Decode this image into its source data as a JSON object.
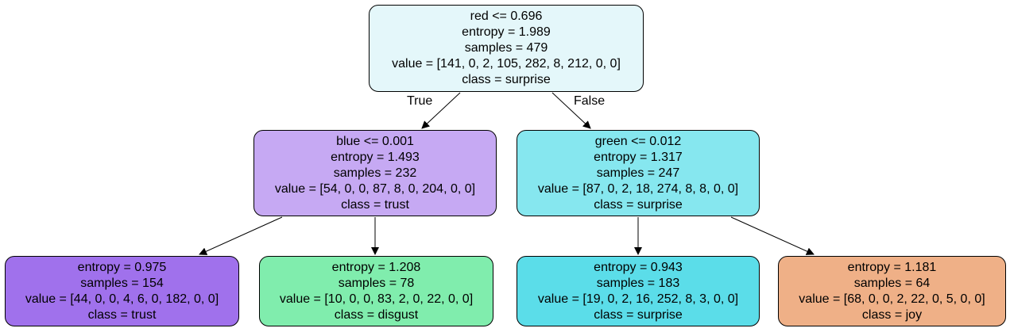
{
  "nodes": {
    "root": {
      "split": "red <= 0.696",
      "entropy": "entropy = 1.989",
      "samples": "samples = 479",
      "value": "value = [141, 0, 2, 105, 282, 8, 212, 0, 0]",
      "class": "class = surprise",
      "color": "#e4f7fa"
    },
    "left": {
      "split": "blue <= 0.001",
      "entropy": "entropy = 1.493",
      "samples": "samples = 232",
      "value": "value = [54, 0, 0, 87, 8, 0, 204, 0, 0]",
      "class": "class = trust",
      "color": "#c6a9f3"
    },
    "right": {
      "split": "green <= 0.012",
      "entropy": "entropy = 1.317",
      "samples": "samples = 247",
      "value": "value = [87, 0, 2, 18, 274, 8, 8, 0, 0]",
      "class": "class = surprise",
      "color": "#86e7ef"
    },
    "left_left": {
      "entropy": "entropy = 0.975",
      "samples": "samples = 154",
      "value": "value = [44, 0, 0, 4, 6, 0, 182, 0, 0]",
      "class": "class = trust",
      "color": "#a071ec"
    },
    "left_right": {
      "entropy": "entropy = 1.208",
      "samples": "samples = 78",
      "value": "value = [10, 0, 0, 83, 2, 0, 22, 0, 0]",
      "class": "class = disgust",
      "color": "#80edad"
    },
    "right_left": {
      "entropy": "entropy = 0.943",
      "samples": "samples = 183",
      "value": "value = [19, 0, 2, 16, 252, 8, 3, 0, 0]",
      "class": "class = surprise",
      "color": "#5bdde9"
    },
    "right_right": {
      "entropy": "entropy = 1.181",
      "samples": "samples = 64",
      "value": "value = [68, 0, 0, 2, 22, 0, 5, 0, 0]",
      "class": "class = joy",
      "color": "#efb087"
    }
  },
  "edges": {
    "true_label": "True",
    "false_label": "False"
  }
}
